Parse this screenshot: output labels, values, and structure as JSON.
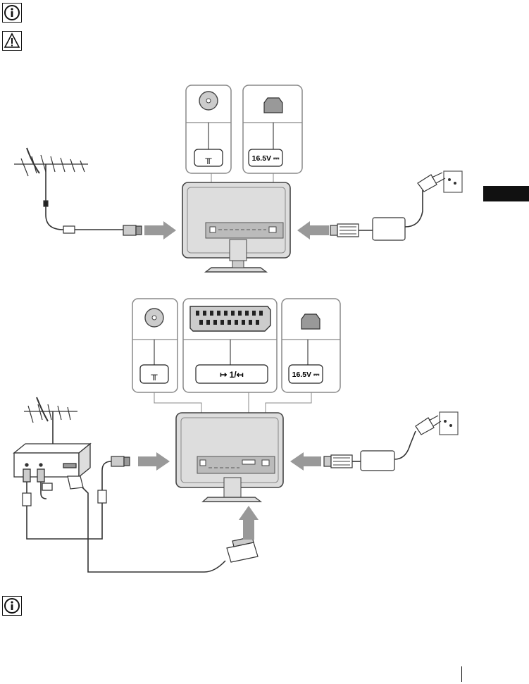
{
  "top": {
    "info_icon": "info-icon",
    "warning_icon": "warning-icon"
  },
  "diagram1": {
    "antenna_jack_label": "╥",
    "dc_in_label": "16.5V ⎓"
  },
  "diagram2": {
    "antenna_jack_label": "╥",
    "scart_label": "↦ 1/↤",
    "dc_in_label": "16.5V ⎓"
  },
  "bottom": {
    "info_icon": "info-icon"
  },
  "side_tab": {
    "color": "#111111"
  }
}
